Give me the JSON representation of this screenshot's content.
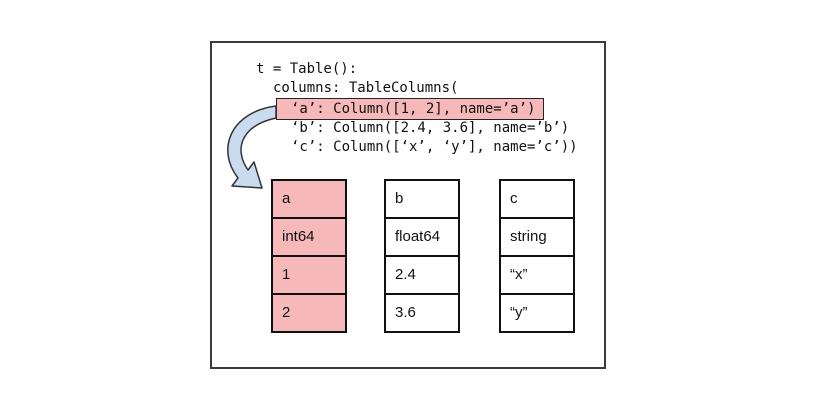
{
  "code": {
    "line1": "t = Table():",
    "line2": "columns: TableColumns(",
    "line3": "‘a’: Column([1, 2], name=’a’)",
    "line4": "‘b’: Column([2.4, 3.6], name=’b’)",
    "line5": "‘c’: Column([‘x’, ‘y’], name=’c’))"
  },
  "columns": [
    {
      "name": "a",
      "dtype": "int64",
      "values": [
        "1",
        "2"
      ]
    },
    {
      "name": "b",
      "dtype": "float64",
      "values": [
        "2.4",
        "3.6"
      ]
    },
    {
      "name": "c",
      "dtype": "string",
      "values": [
        "“x”",
        "“y”"
      ]
    }
  ],
  "colors": {
    "highlight": "#f6b8b8",
    "arrow_fill": "#c9dcef",
    "border": "#111111"
  }
}
